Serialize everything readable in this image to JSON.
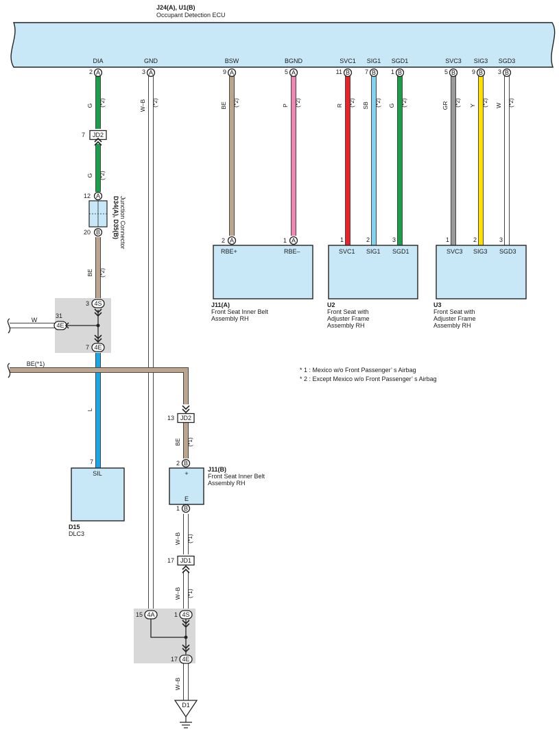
{
  "ecu": {
    "code": "J24(A), U1(B)",
    "name": "Occupant Detection ECU"
  },
  "ecu_pins": [
    {
      "id": "dia",
      "label": "DIA",
      "num": "2",
      "conn": "A",
      "color": "#1a9e4a",
      "wire": "G",
      "note": "(*2)"
    },
    {
      "id": "gnd",
      "label": "GND",
      "num": "3",
      "conn": "A",
      "color": "#ffffff",
      "wire": "W–B",
      "note": "(*2)"
    },
    {
      "id": "bsw",
      "label": "BSW",
      "num": "9",
      "conn": "A",
      "color": "#bda58c",
      "wire": "BE",
      "note": "(*2)"
    },
    {
      "id": "bgnd",
      "label": "BGND",
      "num": "5",
      "conn": "A",
      "color": "#ef87b2",
      "wire": "P",
      "note": "(*2)"
    },
    {
      "id": "svc1",
      "label": "SVC1",
      "num": "11",
      "conn": "B",
      "color": "#e8242b",
      "wire": "R",
      "note": "(*2)"
    },
    {
      "id": "sig1",
      "label": "SIG1",
      "num": "7",
      "conn": "B",
      "color": "#85d2ee",
      "wire": "SB",
      "note": "(*2)"
    },
    {
      "id": "sgd1",
      "label": "SGD1",
      "num": "1",
      "conn": "B",
      "color": "#1a9e4a",
      "wire": "G",
      "note": "(*2)"
    },
    {
      "id": "svc3",
      "label": "SVC3",
      "num": "5",
      "conn": "B",
      "color": "#9a9a9a",
      "wire": "GR",
      "note": "(*2)"
    },
    {
      "id": "sig3",
      "label": "SIG3",
      "num": "9",
      "conn": "B",
      "color": "#ffe000",
      "wire": "Y",
      "note": "(*2)"
    },
    {
      "id": "sgd3",
      "label": "SGD3",
      "num": "3",
      "conn": "B",
      "color": "#ffffff",
      "wire": "W",
      "note": "(*2)"
    }
  ],
  "components": {
    "j11a": {
      "code": "J11(A)",
      "name": "Front Seat Inner Belt",
      "name2": "Assembly RH",
      "pin1": "RBE+",
      "pin2": "RBE–",
      "n1": "2",
      "n2": "1",
      "c": "A"
    },
    "u2": {
      "code": "U2",
      "name": "Front Seat with",
      "name2": "Adjuster Frame",
      "name3": "Assembly RH",
      "pins": [
        "SVC1",
        "SIG1",
        "SGD1"
      ],
      "nums": [
        "1",
        "2",
        "3"
      ]
    },
    "u3": {
      "code": "U3",
      "name": "Front Seat with",
      "name2": "Adjuster Frame",
      "name3": "Assembly RH",
      "pins": [
        "SVC3",
        "SIG3",
        "SGD3"
      ],
      "nums": [
        "1",
        "2",
        "3"
      ]
    },
    "j11b": {
      "code": "J11(B)",
      "name": "Front Seat Inner Belt",
      "name2": "Assembly RH",
      "plus": "+",
      "e": "E",
      "n_top": "2",
      "n_bot": "1",
      "c": "B"
    },
    "d15": {
      "code": "D15",
      "name": "DLC3",
      "pin": "SIL",
      "num": "7"
    },
    "d34": {
      "code": "D34(A), D35(B)",
      "name": "Junction Connector",
      "n_top": "12",
      "c_top": "A",
      "n_bot": "20",
      "c_bot": "B"
    }
  },
  "connectors": {
    "jd2_top": {
      "label": "JD2",
      "num": "7"
    },
    "jd2_mid": {
      "label": "JD2",
      "num": "13"
    },
    "jd1": {
      "label": "JD1",
      "num": "17"
    },
    "d1": {
      "label": "D1"
    }
  },
  "splices": {
    "s1_top": {
      "num": "3",
      "label": "4S"
    },
    "s1_left": {
      "num": "31",
      "label": "4E"
    },
    "s1_bot": {
      "num": "7",
      "label": "4E"
    },
    "s2_left": {
      "num": "15",
      "label": "4A"
    },
    "s2_right": {
      "num": "1",
      "label": "4S"
    },
    "s2_bot": {
      "num": "17",
      "label": "4E"
    }
  },
  "wires": {
    "dia_lower": {
      "wire": "G",
      "note": "(*2)"
    },
    "d34_lower": {
      "wire": "BE",
      "note": "(*2)"
    },
    "white_left": {
      "wire": "W"
    },
    "be_horiz": {
      "wire": "BE(*1)"
    },
    "l_wire": {
      "wire": "L"
    },
    "j11b_top": {
      "wire": "BE",
      "note": "(*1)"
    },
    "j11b_bot": {
      "wire": "W–B",
      "note": "(*1)"
    },
    "jd1_bot": {
      "wire": "W–B",
      "note": "(*1)"
    },
    "ground": {
      "wire": "W–B"
    }
  },
  "notes": [
    "* 1 : Mexico w/o Front Passenger’ s Airbag",
    "* 2 : Except Mexico w/o Front Passenger’ s Airbag"
  ],
  "colors": {
    "body": "#c8e8f8",
    "green": "#1a9e4a",
    "beige": "#bda58c",
    "blue": "#1aa7e6",
    "splice": "#d8d8d8"
  }
}
